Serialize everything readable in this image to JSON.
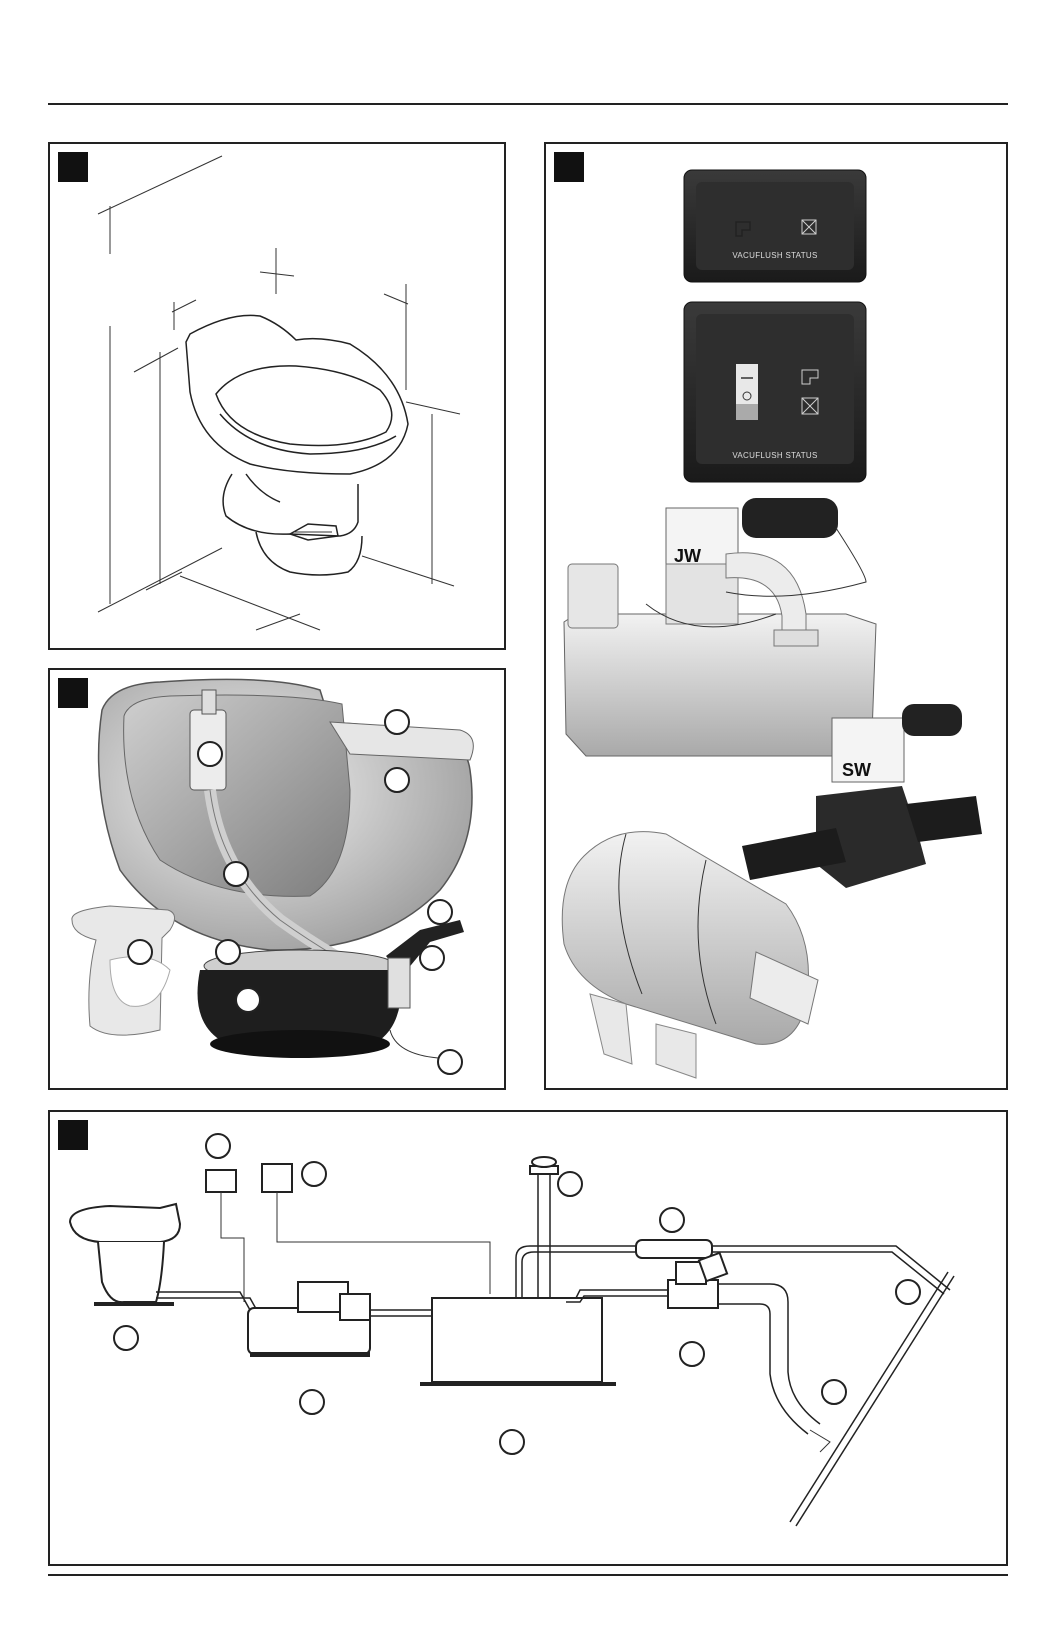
{
  "status_panel_small": {
    "label": "VACUFLUSH STATUS"
  },
  "status_panel_large": {
    "label": "VACUFLUSH STATUS"
  },
  "vacuum_generator_logo": "JW",
  "discharge_pump_logo": "SW",
  "colors": {
    "line": "#222222",
    "panel_dark": "#2a2a2a",
    "tag": "#111111"
  }
}
